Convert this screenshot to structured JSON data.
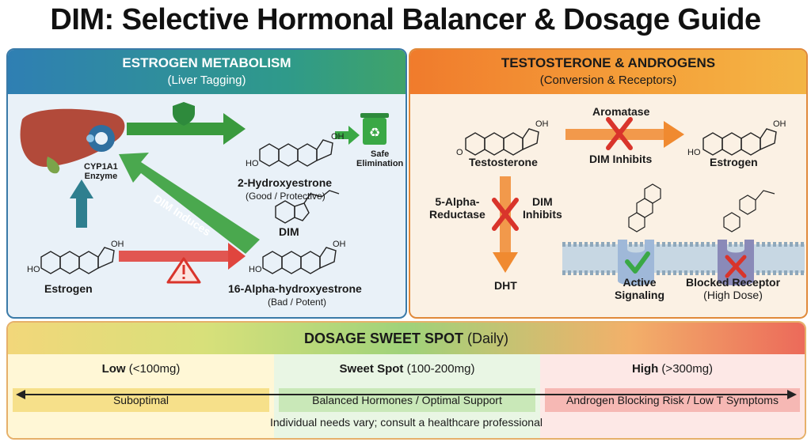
{
  "title": "DIM: Selective Hormonal Balancer & Dosage Guide",
  "left_panel": {
    "title": "ESTROGEN METABOLISM",
    "subtitle": "(Liver Tagging)",
    "enzyme_line1": "CYP1A1",
    "enzyme_line2": "Enzyme",
    "good_metabolite": "2-Hydroxyestrone",
    "good_note": "(Good / Protective)",
    "safe_line1": "Safe",
    "safe_line2": "Elimination",
    "dim_induces": "DIM Induces",
    "dim_label": "DIM",
    "estrogen_label": "Estrogen",
    "bad_metabolite": "16-Alpha-hydroxyestrone",
    "bad_note": "(Bad / Potent)",
    "oh": "OH",
    "ho": "HO"
  },
  "right_panel": {
    "title": "TESTOSTERONE & ANDROGENS",
    "subtitle": "(Conversion & Receptors)",
    "aromatase": "Aromatase",
    "testosterone": "Testosterone",
    "dim_inhibits": "DIM Inhibits",
    "estrogen": "Estrogen",
    "reductase_line1": "5-Alpha-",
    "reductase_line2": "Reductase",
    "dim_inhibits2_line1": "DIM",
    "dim_inhibits2_line2": "Inhibits",
    "dht": "DHT",
    "active_line1": "Active",
    "active_line2": "Signaling",
    "blocked_line1": "Blocked Receptor",
    "blocked_line2": "(High Dose)",
    "oh": "OH",
    "ho": "HO",
    "o": "O"
  },
  "dosage": {
    "title_bold": "DOSAGE SWEET SPOT",
    "title_rest": " (Daily)",
    "zones": [
      {
        "name": "Low",
        "range": " (<100mg)",
        "desc": "Suboptimal"
      },
      {
        "name": "Sweet Spot",
        "range": " (100-200mg)",
        "desc": "Balanced Hormones / Optimal Support"
      },
      {
        "name": "High",
        "range": " (>300mg)",
        "desc": "Androgen Blocking Risk / Low T Symptoms"
      }
    ],
    "disclaimer": "Individual needs vary; consult a healthcare professional"
  },
  "colors": {
    "good_arrow": "#3a9a3e",
    "bad_arrow": "#e0453e",
    "up_arrow": "#2f7f8f",
    "inhibit_x": "#d9342b",
    "orange_arrow": "#f08a30",
    "check": "#3aa845"
  },
  "icons": [
    "liver-icon",
    "enzyme-icon",
    "shield-icon",
    "recycle-bin-icon",
    "warning-icon",
    "cross-icon",
    "check-icon",
    "receptor-icon",
    "cell-membrane-icon"
  ]
}
